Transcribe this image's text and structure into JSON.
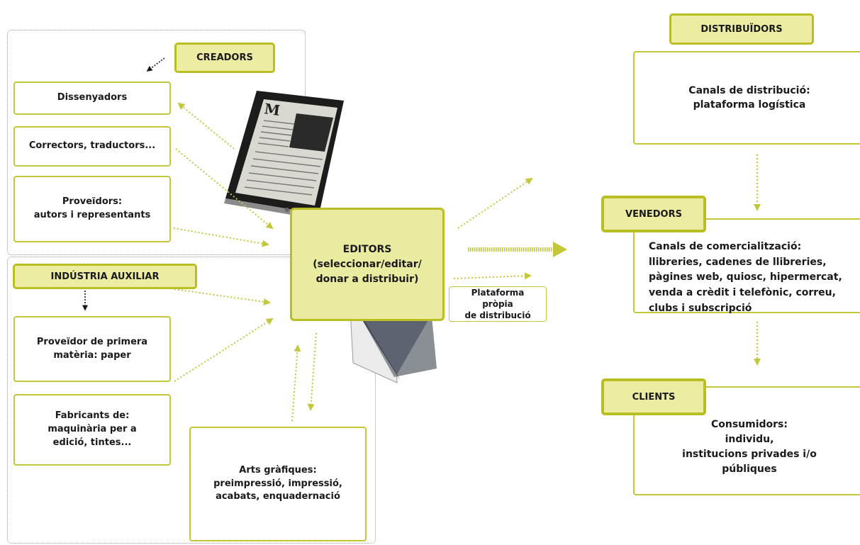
{
  "colors": {
    "accent_border": "#b9be22",
    "label_fill": "#eceda3",
    "arrow": "#c3c73a",
    "region_border": "#9a9a9a"
  },
  "labels": {
    "creadors": "CREADORS",
    "industria": "INDÚSTRIA AUXILIAR",
    "distribuidors": "DISTRIBUÏDORS",
    "venedors": "VENEDORS",
    "clients": "CLIENTS"
  },
  "boxes": {
    "dissenyadors": "Dissenyadors",
    "correctors": "Correctors, traductors...",
    "proveidors": "Proveïdors:\nautors i representants",
    "proveidor_paper": "Proveïdor de primera\nmatèria: paper",
    "fabricants": "Fabricants de:\nmaquinària per a\nedició, tintes...",
    "arts_grafiques": "Arts gràfiques:\npreimpressió, impressió,\nacabats, enquadernació",
    "editors": "EDITORS\n(seleccionar/editar/\ndonar a distribuir)",
    "plataforma_propia": "Plataforma pròpia\nde distribució",
    "canals_distribucio": "Canals de distribució:\nplataforma logística",
    "canals_comercialitzacio": "Canals de comercialització:\nllibreries, cadenes de llibreries,\npàgines web, quiosc, hipermercat,\nvenda a crèdit i telefònic, correu,\nclubs i subscripció",
    "consumidors": "Consumidors:\nindividu,\ninstitucions privades i/o\npúbliques"
  },
  "illustrations": {
    "tablet_letter": "M",
    "tablet_icon": "tablet-icon",
    "book_icon": "book-icon"
  }
}
